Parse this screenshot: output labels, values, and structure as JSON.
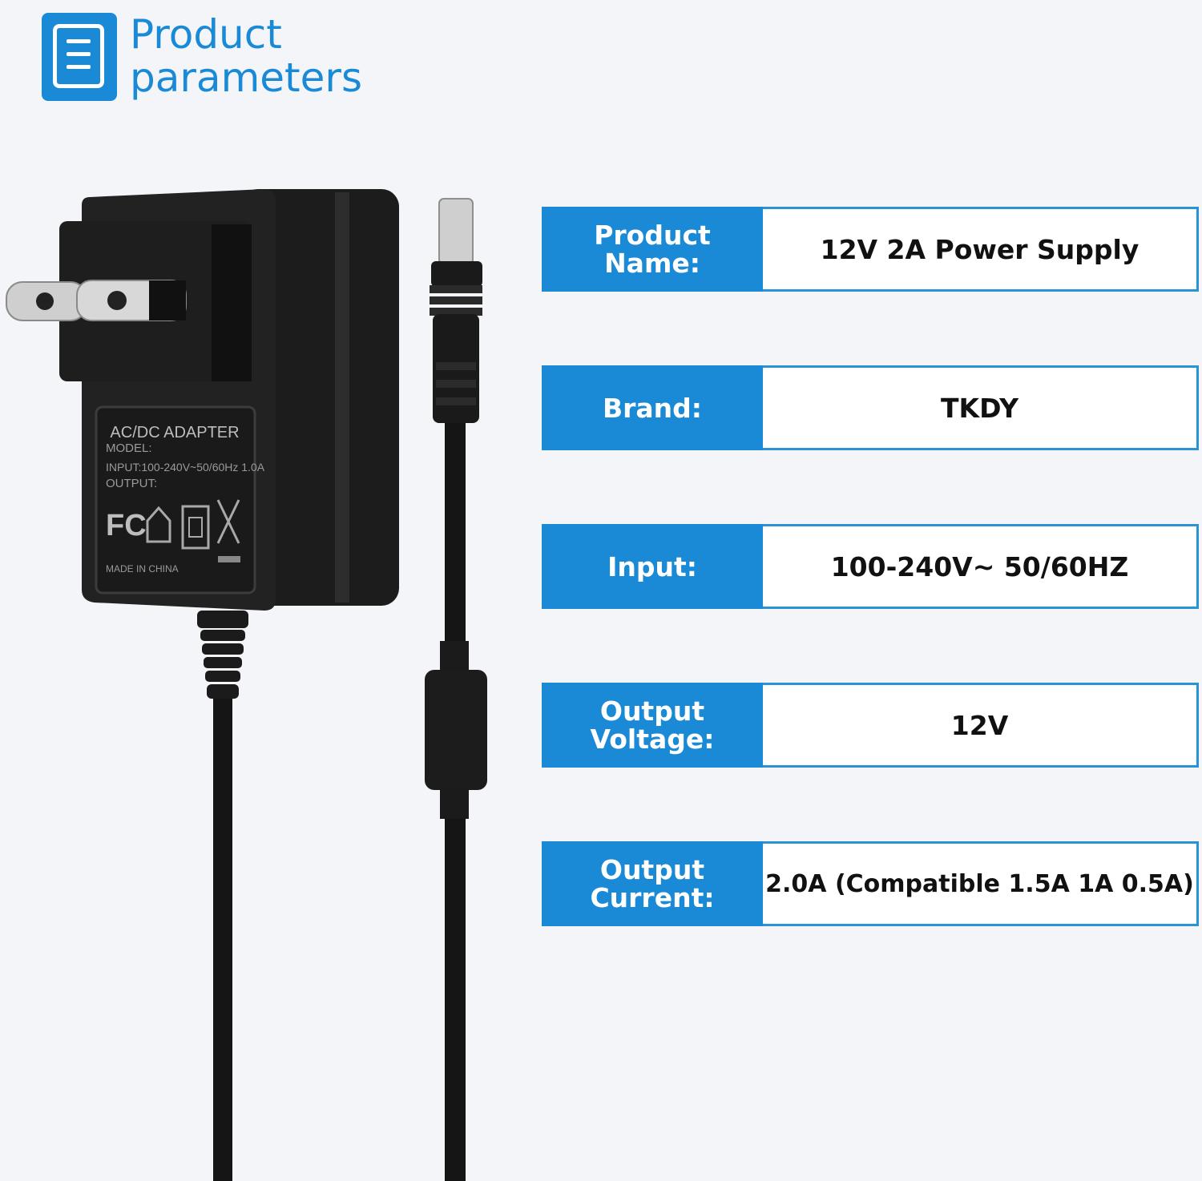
{
  "header": {
    "icon": "document-list-icon",
    "title_line1": "Product",
    "title_line2": "parameters"
  },
  "product_image": {
    "subject": "ac-dc-adapter-photo",
    "label_title": "AC/DC ADAPTER",
    "label_model": "MODEL:",
    "label_input": "INPUT:100-240V~50/60Hz 1.0A",
    "label_output": "OUTPUT:",
    "label_made": "MADE IN CHINA",
    "label_fc": "FC"
  },
  "params": [
    {
      "label": "Product Name:",
      "value": "12V 2A Power Supply"
    },
    {
      "label": "Brand:",
      "value": "TKDY"
    },
    {
      "label": "Input:",
      "value": "100-240V~  50/60HZ"
    },
    {
      "label": "Output Voltage:",
      "value": "12V"
    },
    {
      "label": "Output Current:",
      "value": "2.0A (Compatible 1.5A 1A 0.5A)"
    }
  ],
  "colors": {
    "accent": "#1a8ad6",
    "background": "#f3f5f9",
    "adapter_body": "#1f1f1f"
  }
}
